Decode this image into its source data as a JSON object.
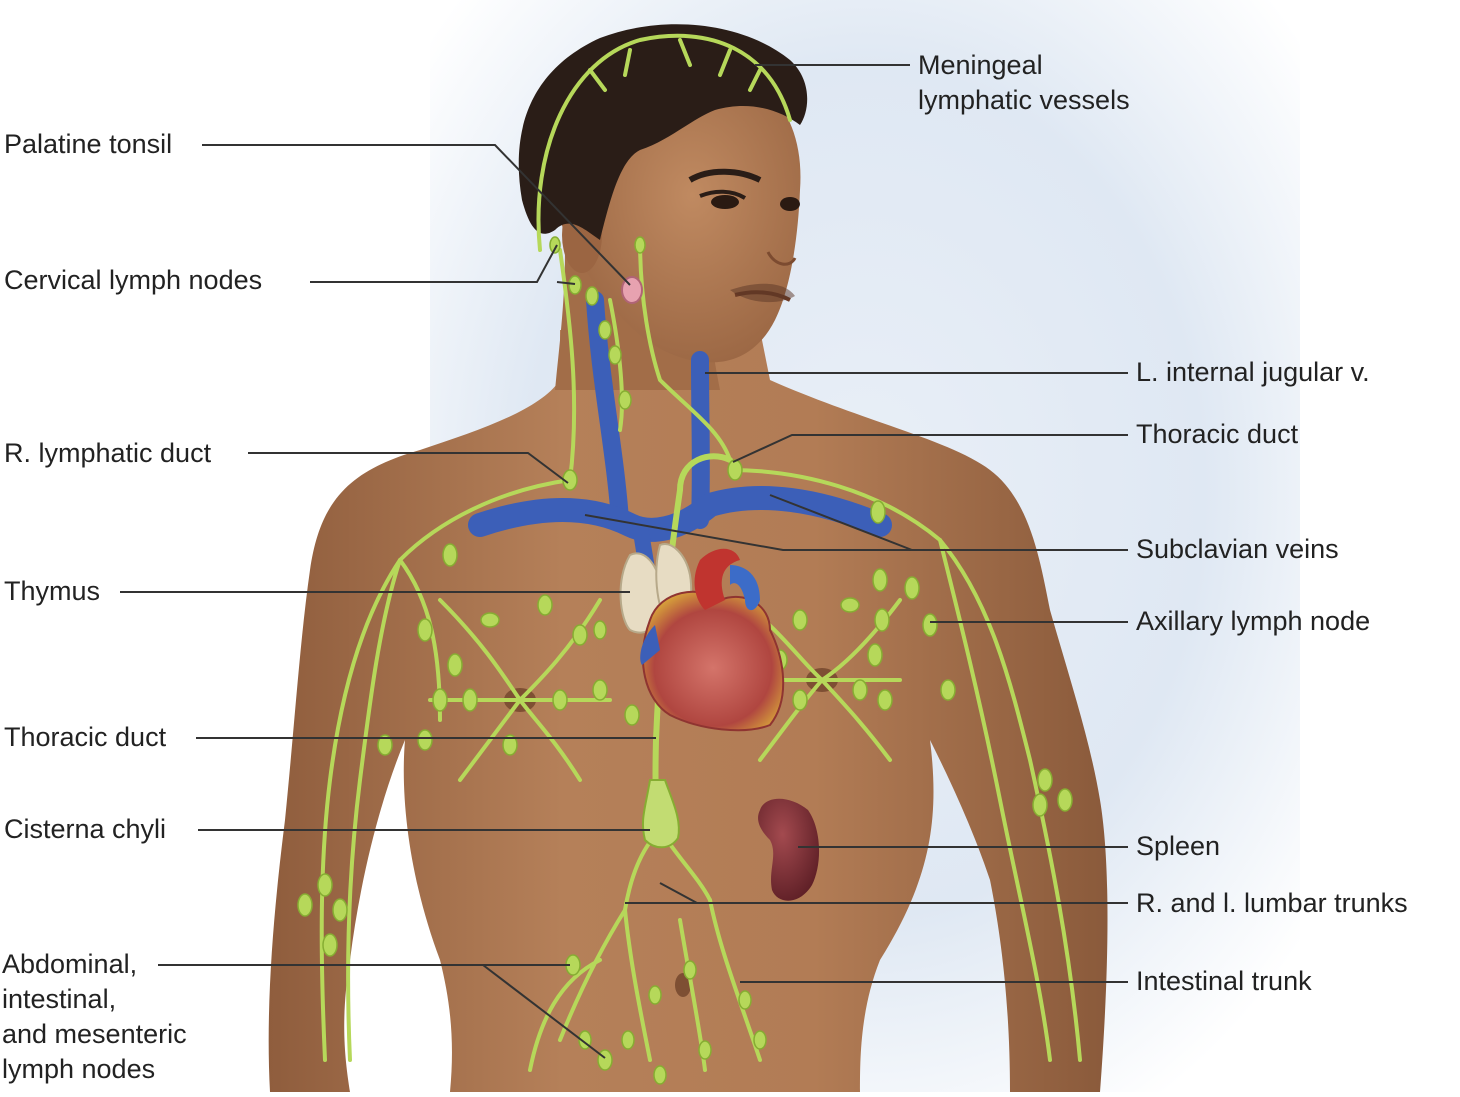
{
  "labels": {
    "meningeal": "Meningeal\nlymphatic vessels",
    "palatine_tonsil": "Palatine tonsil",
    "cervical_nodes": "Cervical lymph nodes",
    "internal_jugular": "L. internal jugular v.",
    "r_lymphatic_duct": "R. lymphatic duct",
    "thoracic_duct_upper": "Thoracic duct",
    "subclavian_veins": "Subclavian veins",
    "thymus": "Thymus",
    "axillary_node": "Axillary lymph node",
    "thoracic_duct_lower": "Thoracic duct",
    "cisterna_chyli": "Cisterna chyli",
    "spleen": "Spleen",
    "lumbar_trunks": "R. and l. lumbar trunks",
    "abdominal_nodes": "Abdominal,\nintestinal,\nand mesenteric\nlymph nodes",
    "intestinal_trunk": "Intestinal trunk"
  },
  "colors": {
    "lymph": "#b6d85a",
    "lymph_dark": "#86ad32",
    "vein": "#3c5fb8",
    "skin": "#b07a54",
    "hair": "#2a1d17",
    "heart": "#c0504a",
    "spleen": "#7a2b32",
    "thymus": "#e7dcc3",
    "background": "#dfe8f3"
  }
}
